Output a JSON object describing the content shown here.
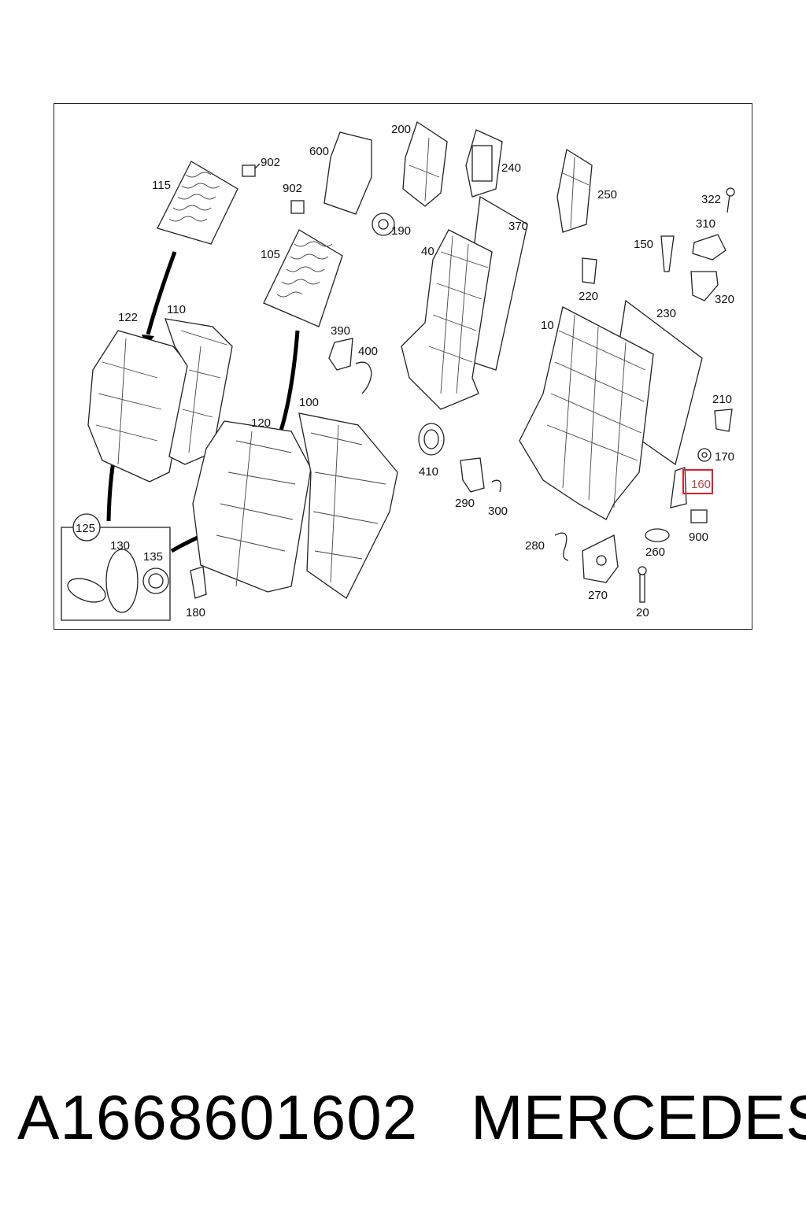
{
  "diagram": {
    "labels": {
      "l10": "10",
      "l20": "20",
      "l40": "40",
      "l100": "100",
      "l105": "105",
      "l110": "110",
      "l115": "115",
      "l120": "120",
      "l122": "122",
      "l125": "125",
      "l130": "130",
      "l135": "135",
      "l150": "150",
      "l160": "160",
      "l170": "170",
      "l180": "180",
      "l190": "190",
      "l200": "200",
      "l210": "210",
      "l220": "220",
      "l230": "230",
      "l240": "240",
      "l250": "250",
      "l260": "260",
      "l270": "270",
      "l280": "280",
      "l290": "290",
      "l300": "300",
      "l310": "310",
      "l320": "320",
      "l322": "322",
      "l370": "370",
      "l390": "390",
      "l400": "400",
      "l410": "410",
      "l600": "600",
      "l900": "900",
      "l902a": "902",
      "l902b": "902"
    },
    "highlight_color": "#e0202a"
  },
  "footer": {
    "part_number": "A1668601602",
    "brand": "MERCEDES"
  }
}
